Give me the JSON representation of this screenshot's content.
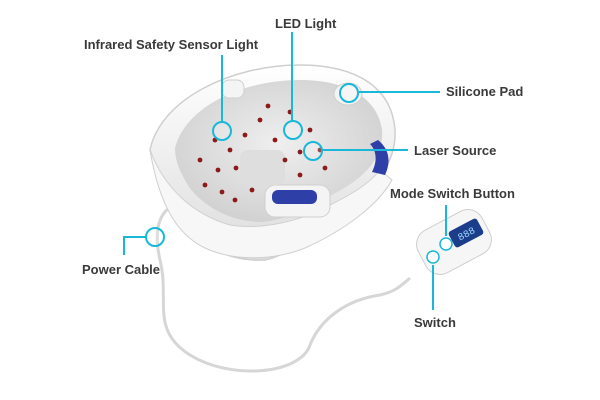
{
  "labels": {
    "infrared_sensor": "Infrared Safety Sensor Light",
    "led_light": "LED Light",
    "silicone_pad": "Silicone Pad",
    "laser_source": "Laser Source",
    "mode_switch_button": "Mode Switch Button",
    "power_cable": "Power Cable",
    "switch": "Switch"
  },
  "remote_display": "888",
  "colors": {
    "callout": "#19b8d8",
    "label_text": "#3a3a3a",
    "device_shell": "#ffffff",
    "device_inner": "#e6e6e6",
    "led_dot": "#8b1a1a",
    "accent_blue": "#2f3fa8",
    "remote_screen": "#1c3d8a"
  }
}
